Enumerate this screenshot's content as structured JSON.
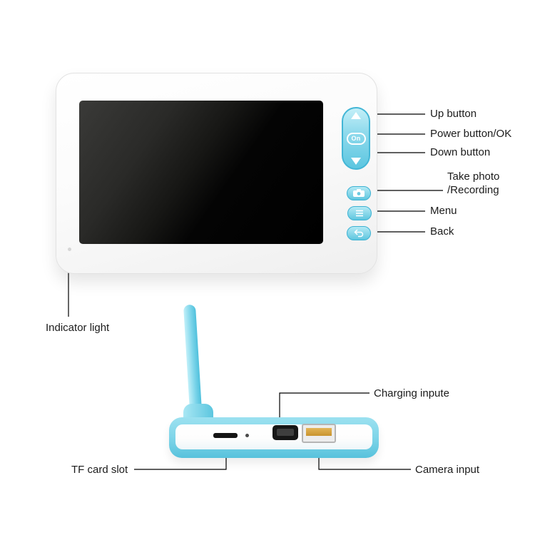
{
  "device": {
    "power_button_label": "On"
  },
  "callouts": {
    "up_button": "Up button",
    "power_button": "Power button/OK",
    "down_button": "Down button",
    "take_photo": "Take photo",
    "recording": "/Recording",
    "menu": "Menu",
    "back": "Back",
    "indicator_light": "Indicator light",
    "charging_input": "Charging inpute",
    "tf_card_slot": "TF card slot",
    "camera_input": "Camera input"
  },
  "icons": {
    "up_arrow": "triangle-up",
    "down_arrow": "triangle-down",
    "photo_button": "camera",
    "menu_button": "menu-lines",
    "back_button": "return-arrow"
  },
  "colors": {
    "button_blue": "#7fd2e8",
    "button_blue_border": "#43b6d6",
    "antenna_blue": "#7dd5ea",
    "usb_gold": "#d8a33c",
    "screen_black": "#0a0a0a",
    "annotation_line": "#000000"
  }
}
